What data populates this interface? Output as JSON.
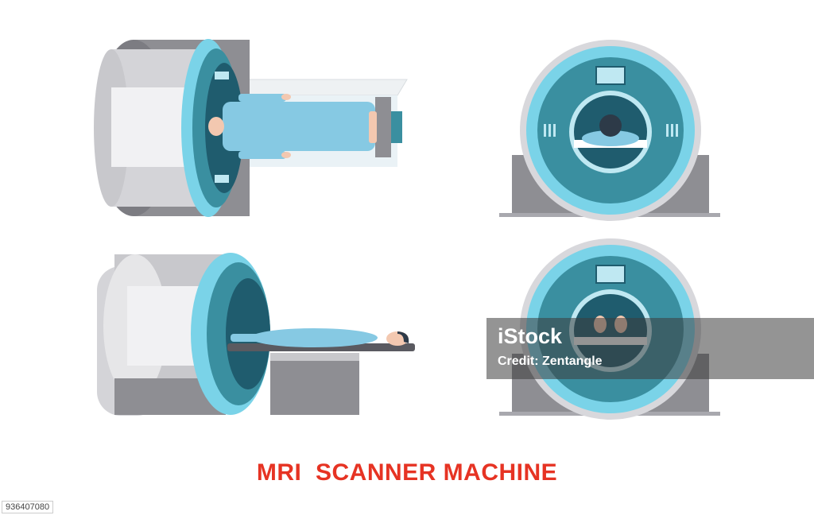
{
  "caption": {
    "text": "MRI  SCANNER MACHINE",
    "color": "#e63323"
  },
  "watermark": {
    "brand": "iStock",
    "credit": "Credit: Zentangle"
  },
  "stock_id": "936407080",
  "colors": {
    "ring_outer": "#7ad3e8",
    "ring_teal": "#3a8fa0",
    "ring_dark": "#1f5c6e",
    "ring_light": "#bfe8f2",
    "housing_gray": "#8e8e93",
    "housing_light": "#e6e6e8",
    "housing_mid": "#c8c8cc",
    "patient_blue": "#86c9e3",
    "skin": "#f3c8b0",
    "hair": "#2d3a48"
  },
  "views": [
    {
      "name": "top-view"
    },
    {
      "name": "front-view-head"
    },
    {
      "name": "side-view"
    },
    {
      "name": "front-view-feet"
    }
  ]
}
